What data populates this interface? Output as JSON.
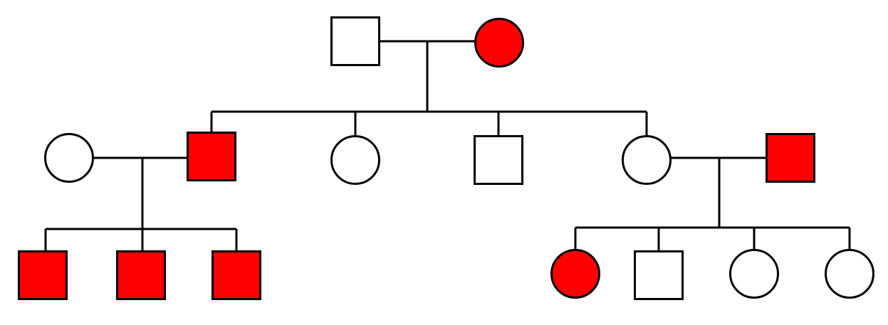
{
  "colors": {
    "affected": "#ff0000",
    "unaffected": "#ffffff",
    "outline": "#000000"
  },
  "individuals": [
    {
      "id": "g1-father",
      "sex": "male",
      "affected": false
    },
    {
      "id": "g1-mother",
      "sex": "female",
      "affected": true
    },
    {
      "id": "g2-wife-left",
      "sex": "female",
      "affected": false
    },
    {
      "id": "g2-son-left",
      "sex": "male",
      "affected": true
    },
    {
      "id": "g2-daughter-middle",
      "sex": "female",
      "affected": false
    },
    {
      "id": "g2-son-middle",
      "sex": "male",
      "affected": false
    },
    {
      "id": "g2-daughter-right",
      "sex": "female",
      "affected": false
    },
    {
      "id": "g2-husband-right",
      "sex": "male",
      "affected": true
    },
    {
      "id": "g3-left-son-1",
      "sex": "male",
      "affected": true
    },
    {
      "id": "g3-left-son-2",
      "sex": "male",
      "affected": true
    },
    {
      "id": "g3-left-son-3",
      "sex": "male",
      "affected": true
    },
    {
      "id": "g3-right-daughter-1",
      "sex": "female",
      "affected": true
    },
    {
      "id": "g3-right-son-1",
      "sex": "male",
      "affected": false
    },
    {
      "id": "g3-right-daughter-2",
      "sex": "female",
      "affected": false
    },
    {
      "id": "g3-right-daughter-3",
      "sex": "female",
      "affected": false
    }
  ]
}
